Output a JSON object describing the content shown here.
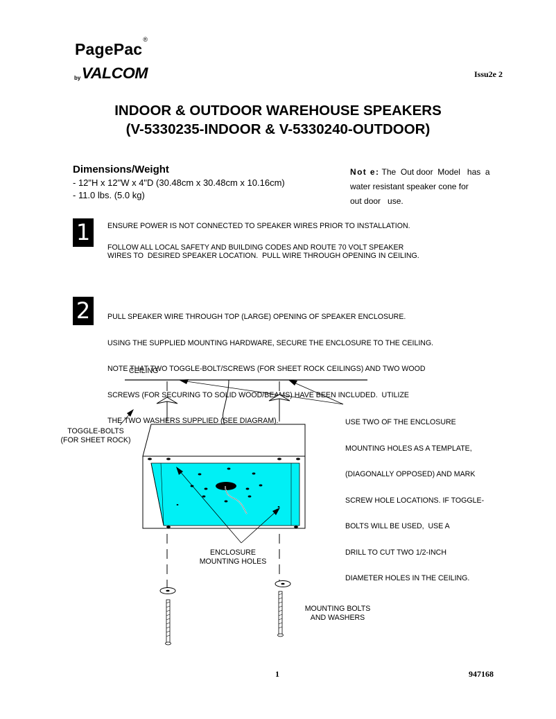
{
  "brand": {
    "product": "PagePac",
    "registered": "®",
    "by": "by",
    "company": "VALCOM"
  },
  "issue": "Issu2e 2",
  "title": {
    "line1": "INDOOR & OUTDOOR WAREHOUSE SPEAKERS",
    "line2": "(V-5330235-INDOOR & V-5330240-OUTDOOR)"
  },
  "dimensions": {
    "heading": "Dimensions/Weight",
    "lines": [
      "-  12\"H x 12\"W x 4\"D (30.48cm x 30.48cm x 10.16cm)",
      "-  11.0 lbs. (5.0 kg)"
    ]
  },
  "note": {
    "label": "Not e:",
    "line1": " The  Out door  Model   has  a",
    "line2": "water resistant speaker cone for",
    "line3": "out door   use."
  },
  "steps": [
    {
      "number": "1",
      "para1": "ENSURE POWER IS NOT CONNECTED TO SPEAKER WIRES PRIOR TO INSTALLATION.",
      "para2_line1": "FOLLOW ALL LOCAL SAFETY AND BUILDING CODES AND ROUTE 70 VOLT SPEAKER",
      "para2_line2": "WIRES TO  DESIRED SPEAKER LOCATION.  PULL WIRE THROUGH OPENING IN CEILING."
    },
    {
      "number": "2",
      "lines": [
        "PULL SPEAKER WIRE THROUGH TOP (LARGE) OPENING OF SPEAKER ENCLOSURE.",
        "USING THE SUPPLIED MOUNTING HARDWARE, SECURE THE ENCLOSURE TO THE CEILING.",
        "NOTE THAT TWO TOGGLE-BOLT/SCREWS (FOR SHEET ROCK CEILINGS) AND TWO WOOD",
        "SCREWS (FOR SECURING TO SOLID WOOD/BEAMS) HAVE BEEN INCLUDED.  UTILIZE",
        "THE TWO WASHERS SUPPLIED (SEE DIAGRAM)."
      ]
    }
  ],
  "diagram": {
    "ceiling": "CEILING",
    "toggle_bolts": [
      "TOGGLE-BOLTS",
      "(FOR SHEET ROCK)"
    ],
    "instructions": [
      "USE TWO OF THE ENCLOSURE",
      "MOUNTING HOLES AS A TEMPLATE,",
      "(DIAGONALLY OPPOSED) AND MARK",
      "SCREW HOLE LOCATIONS. IF TOGGLE-",
      "BOLTS WILL BE USED,  USE A",
      "DRILL TO CUT TWO 1/2-INCH",
      "DIAMETER HOLES IN THE CEILING."
    ],
    "enclosure_holes": [
      "ENCLOSURE",
      "MOUNTING HOLES"
    ],
    "bolts": [
      "MOUNTING BOLTS",
      "AND WASHERS"
    ],
    "enclosure_color": "#00f0f5"
  },
  "footer": {
    "page": "1",
    "doc_number": "947168"
  }
}
